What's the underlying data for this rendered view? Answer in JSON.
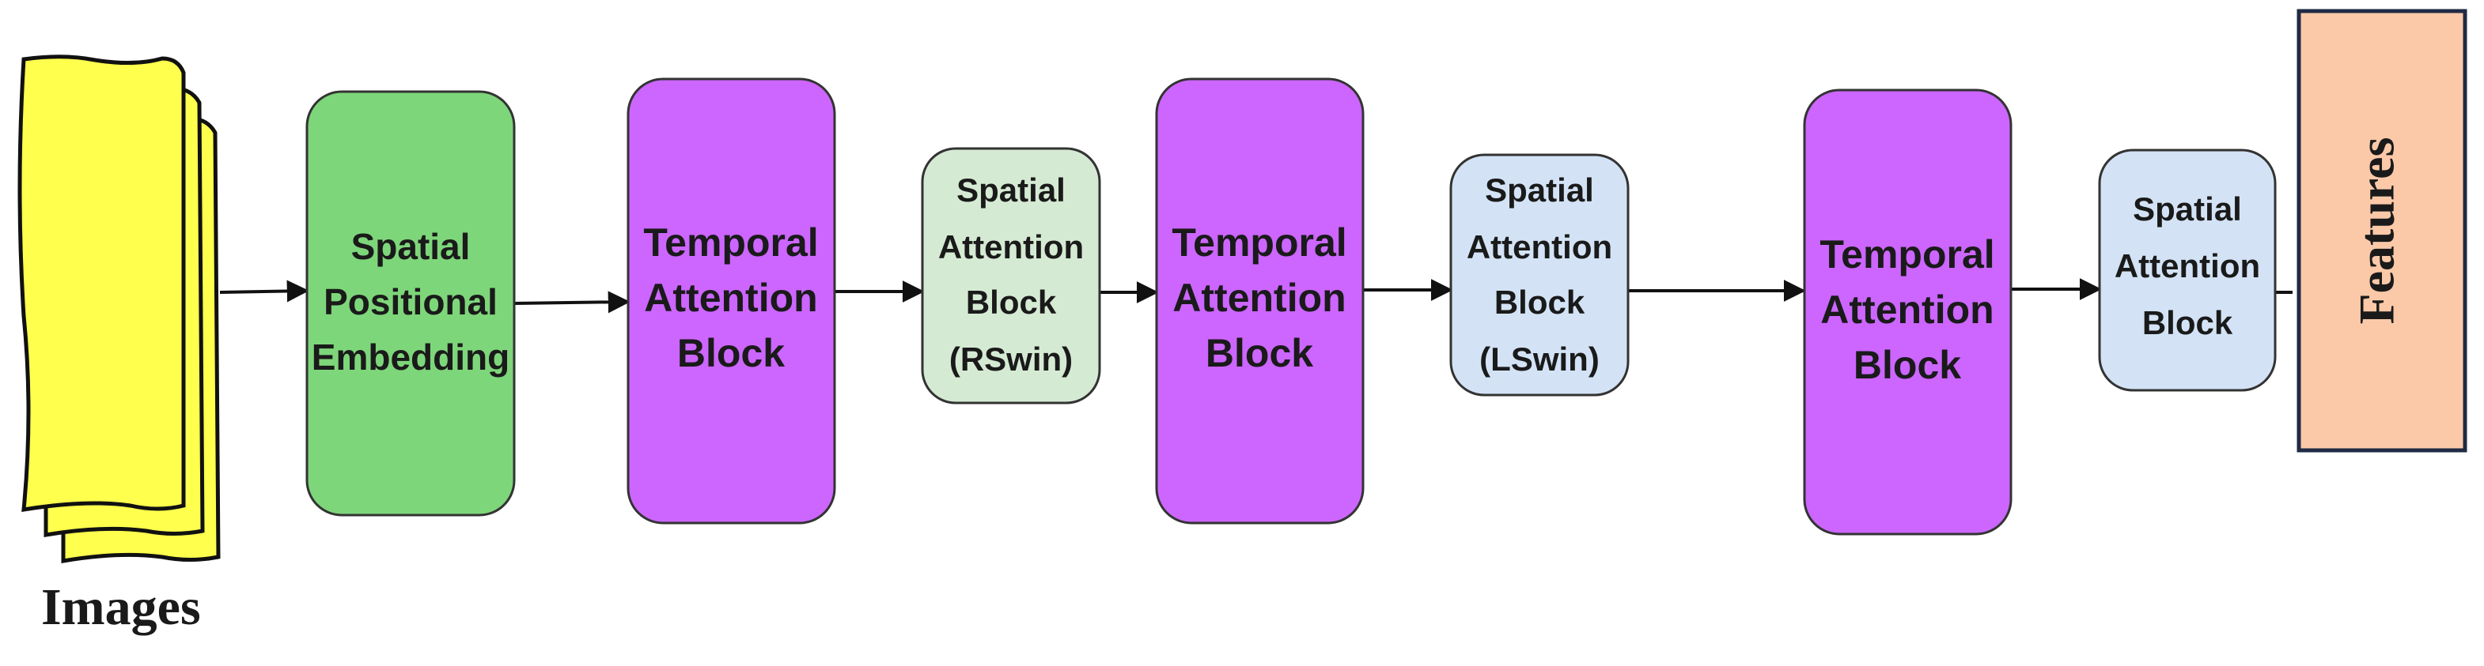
{
  "diagram": {
    "input": {
      "label": "Images",
      "color": "#ffff4d"
    },
    "blocks": [
      {
        "kind": "spatial-positional-embedding",
        "lines": [
          "Spatial",
          "Positional",
          "Embedding"
        ],
        "color": "#7ed67a"
      },
      {
        "kind": "temporal-attention",
        "lines": [
          "Temporal",
          "Attention",
          "Block"
        ],
        "color": "#cc66ff"
      },
      {
        "kind": "spatial-attention-rswin",
        "lines": [
          "Spatial",
          "Attention",
          "Block",
          "(RSwin)"
        ],
        "color": "#d5ead3"
      },
      {
        "kind": "temporal-attention",
        "lines": [
          "Temporal",
          "Attention",
          "Block"
        ],
        "color": "#cc66ff"
      },
      {
        "kind": "spatial-attention-lswin",
        "lines": [
          "Spatial",
          "Attention",
          "Block",
          "(LSwin)"
        ],
        "color": "#d3e3f5"
      },
      {
        "kind": "temporal-attention",
        "lines": [
          "Temporal",
          "Attention",
          "Block"
        ],
        "color": "#cc66ff"
      },
      {
        "kind": "spatial-attention",
        "lines": [
          "Spatial",
          "Attention",
          "Block"
        ],
        "color": "#d3e3f5"
      }
    ],
    "output": {
      "label": "Features",
      "color": "#fbc9a8",
      "border_color": "#1f2a44"
    },
    "edge_color": "#111111"
  }
}
